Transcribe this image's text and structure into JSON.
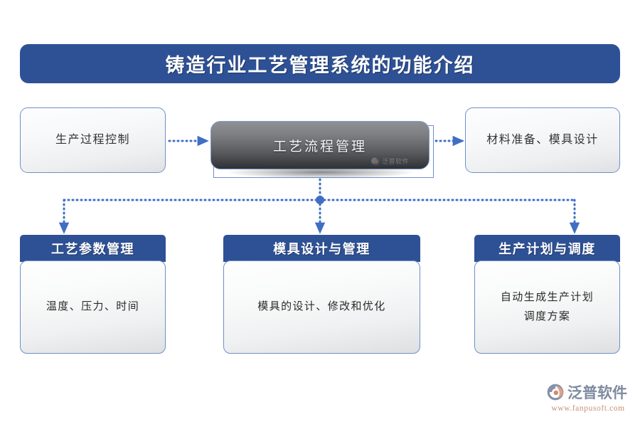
{
  "page": {
    "background_color": "#ffffff",
    "accent_blue": "#2e5196",
    "border_blue": "#6f8fc9",
    "connector_blue": "#3f6ec4"
  },
  "title": {
    "text": "铸造行业工艺管理系统的功能介绍"
  },
  "top_row": {
    "left_box": {
      "label": "生产过程控制"
    },
    "center_box": {
      "label": "工艺流程管理",
      "watermark": "泛普软件"
    },
    "right_box": {
      "label": "材料准备、模具设计"
    }
  },
  "bottom_row": [
    {
      "header": "工艺参数管理",
      "body": "温度、压力、时间"
    },
    {
      "header": "模具设计与管理",
      "body": "模具的设计、修改和优化"
    },
    {
      "header": "生产计划与调度",
      "body": "自动生成生产计划\n调度方案"
    }
  ],
  "connectors": {
    "style": "dotted",
    "color": "#3f6ec4",
    "arrows": [
      {
        "name": "left-to-center",
        "from": "生产过程控制",
        "to": "工艺流程管理",
        "direction": "right"
      },
      {
        "name": "center-to-right",
        "from": "工艺流程管理",
        "to": "材料准备、模具设计",
        "direction": "right"
      },
      {
        "name": "center-to-params",
        "from": "工艺流程管理",
        "to": "工艺参数管理",
        "direction": "down"
      },
      {
        "name": "center-to-mold",
        "from": "工艺流程管理",
        "to": "模具设计与管理",
        "direction": "down"
      },
      {
        "name": "center-to-plan",
        "from": "工艺流程管理",
        "to": "生产计划与调度",
        "direction": "down"
      }
    ]
  },
  "brand": {
    "name": "泛普软件",
    "url": "www.fanpusoft.com"
  }
}
